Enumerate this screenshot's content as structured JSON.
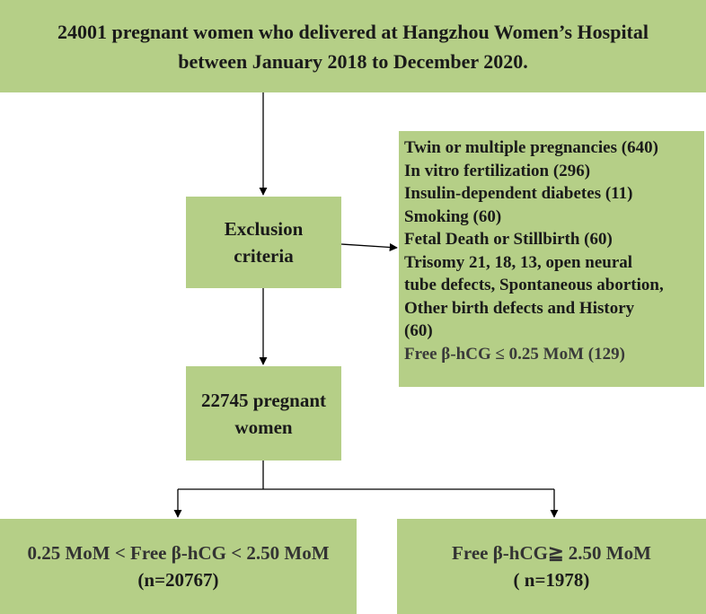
{
  "flow": {
    "top_box": {
      "line1": "24001 pregnant women who delivered at Hangzhou Women’s Hospital",
      "line2": "between January 2018 to December 2020."
    },
    "exclusion_box": {
      "line1": "Exclusion",
      "line2": "criteria"
    },
    "criteria_box": {
      "items": [
        "Twin or multiple pregnancies (640)",
        "In vitro fertilization (296)",
        "Insulin-dependent diabetes (11)",
        "Smoking (60)",
        "Fetal Death or Stillbirth (60)",
        "Trisomy 21, 18, 13, open neural",
        "tube defects, Spontaneous abortion,",
        "Other birth defects and History",
        "(60)",
        "Free β-hCG ≤ 0.25 MoM (129)"
      ]
    },
    "pregnant_box": {
      "line1": "22745 pregnant",
      "line2": "women"
    },
    "left_box": {
      "line1": "0.25 MoM < Free β-hCG < 2.50 MoM",
      "line2": "(n=20767)"
    },
    "right_box": {
      "line1": "Free β-hCG≧ 2.50 MoM",
      "line2": "( n=1978)"
    }
  },
  "colors": {
    "box_fill": "#b5cf87",
    "text": "#1a1a1a",
    "arrow": "#000000"
  }
}
